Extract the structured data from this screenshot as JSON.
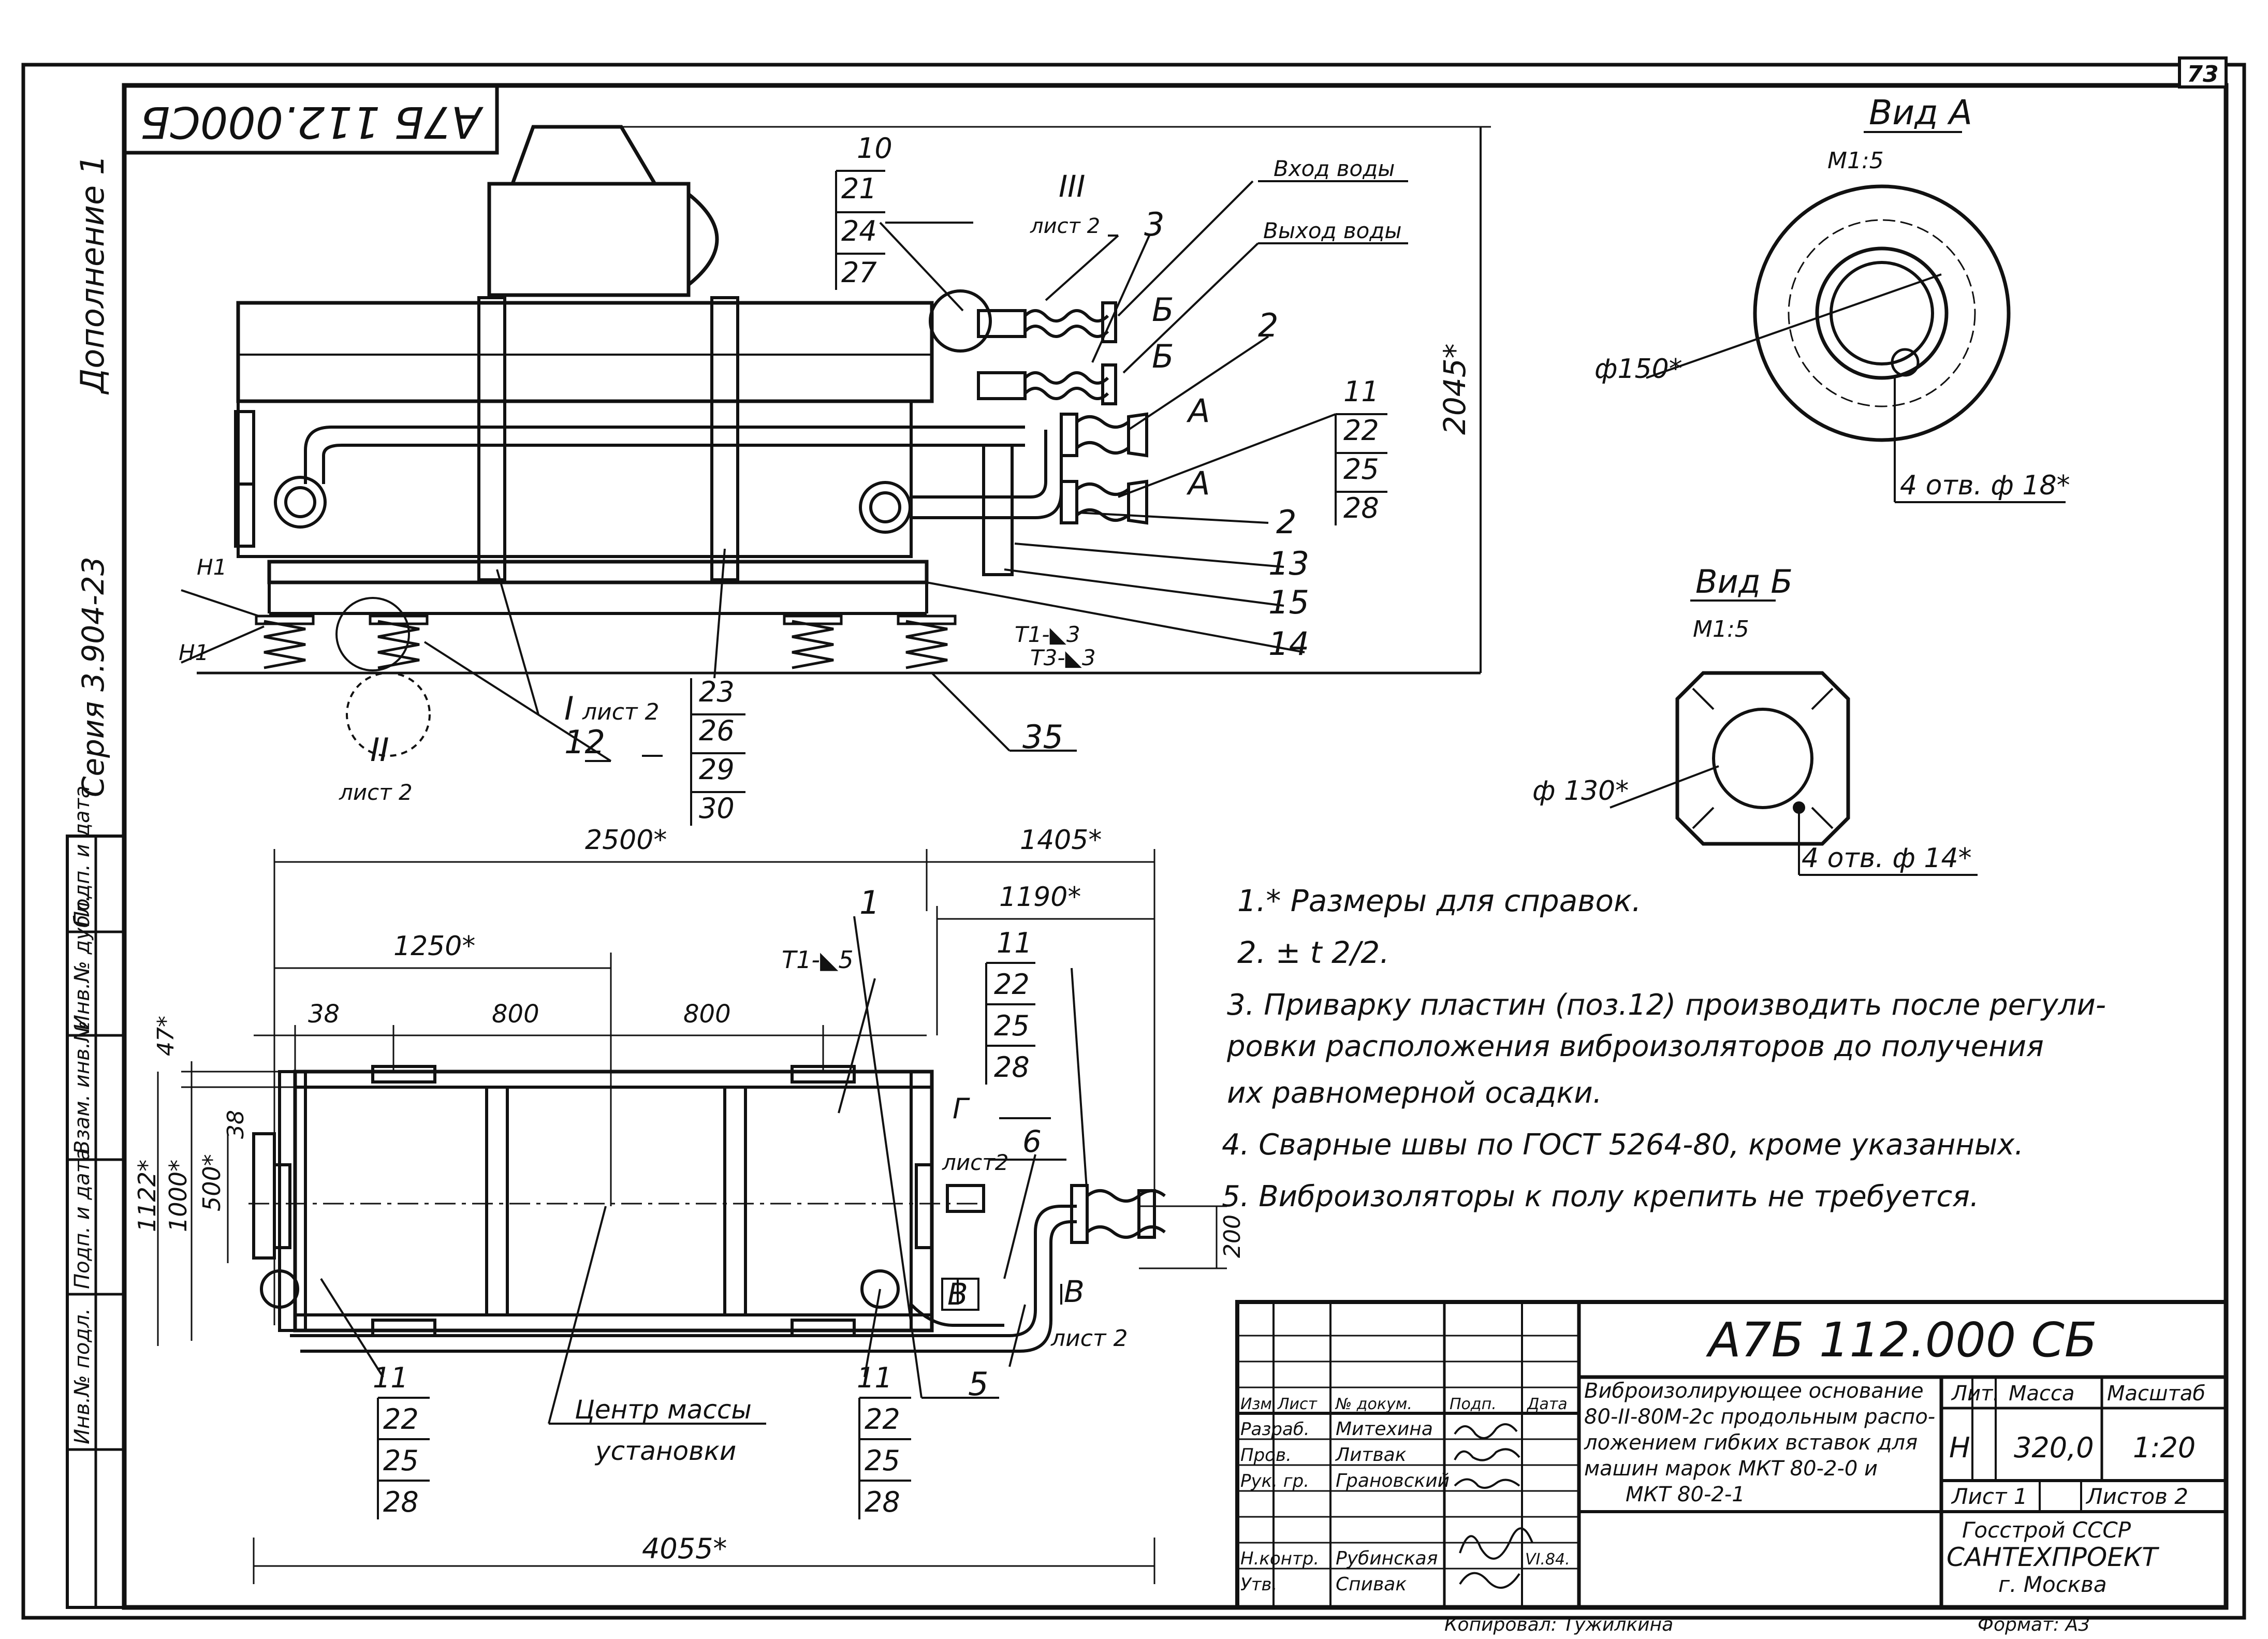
{
  "sheet_number": "73",
  "drawing_code_stamp": "А7Б 112.000СБ",
  "series_label": "Серия 3.904-23",
  "addendum_label": "Дополнение 1",
  "left_strip": {
    "fields": [
      "Подп. и дата",
      "Инв.№ дубл.",
      "Взам. инв.№",
      "Подп. и дата",
      "Инв.№ подл."
    ]
  },
  "top_view": {
    "callout_10": [
      "10",
      "21",
      "24",
      "27"
    ],
    "section_III": "III",
    "section_III_sheet": "лист 2",
    "item_3": "3",
    "water_in": "Вход воды",
    "water_out": "Выход воды",
    "view_b_1": "Б",
    "view_b_2": "Б",
    "item_2a": "2",
    "view_a_1": "А",
    "view_a_2": "А",
    "callout_11": [
      "11",
      "22",
      "25",
      "28"
    ],
    "item_2b": "2",
    "item_13": "13",
    "item_15": "15",
    "item_14": "14",
    "weld_t1": "Т1-◣3",
    "weld_t3": "Т3-◣3",
    "item_35": "35",
    "item_12": "12",
    "section_I": "I",
    "section_I_sheet": "лист 2",
    "section_II": "II",
    "section_II_sheet": "лист 2",
    "callout_23": [
      "23",
      "26",
      "29",
      "30"
    ],
    "h1_a": "Н1",
    "h1_b": "Н1",
    "dim_height": "2045*"
  },
  "view_a": {
    "title": "Вид А",
    "scale": "М1:5",
    "diameter": "ф150*",
    "holes": "4 отв. ф 18*"
  },
  "view_b": {
    "title": "Вид Б",
    "scale": "М1:5",
    "diameter": "ф 130*",
    "holes": "4 отв. ф 14*"
  },
  "plan_view": {
    "dim_2500": "2500*",
    "dim_1405": "1405*",
    "dim_1190": "1190*",
    "dim_1250": "1250*",
    "dim_38a": "38",
    "dim_800a": "800",
    "dim_800b": "800",
    "dim_47": "47*",
    "dim_38b": "38",
    "dim_500": "500*",
    "dim_1000": "1000*",
    "dim_1122": "1122*",
    "dim_200": "200",
    "dim_4055": "4055*",
    "weld_t1_5": "Т1-◣5",
    "item_1": "1",
    "item_6": "6",
    "item_5": "5",
    "section_G": "Г",
    "section_G_sheet": "лист2",
    "section_V": "В",
    "section_V2": "В",
    "section_V_sheet": "лист 2",
    "callout_11_right": [
      "11",
      "22",
      "25",
      "28"
    ],
    "callout_11_left": [
      "11",
      "22",
      "25",
      "28"
    ],
    "callout_11_mid": [
      "11",
      "22",
      "25",
      "28"
    ],
    "center_of_mass_1": "Центр массы",
    "center_of_mass_2": "установки"
  },
  "notes": [
    "1.* Размеры для справок.",
    "2. ± t 2/2.",
    "3. Приварку пластин (поз.12) производить после регули-",
    "ровки расположения виброизоляторов до получения",
    "их равномерной осадки.",
    "4. Сварные швы по ГОСТ 5264-80, кроме указанных.",
    "5. Виброизоляторы к полу крепить не требуется."
  ],
  "title_block": {
    "code": "А7Б 112.000 СБ",
    "description": [
      "Виброизолирующее основание",
      "80-II-80М-2с продольным распо-",
      "ложением гибких вставок для",
      "машин марок МКТ 80-2-0 и",
      "МКТ 80-2-1"
    ],
    "header": [
      "Изм",
      "Лист",
      "№ докум.",
      "Подп.",
      "Дата"
    ],
    "roles": [
      {
        "role": "Разраб.",
        "name": "Митехина"
      },
      {
        "role": "Пров.",
        "name": "Литвак"
      },
      {
        "role": "Рук. гр.",
        "name": "Грановский"
      },
      {
        "role": "",
        "name": ""
      },
      {
        "role": "Н.контр.",
        "name": "Рубинская"
      },
      {
        "role": "Утв.",
        "name": "Спивак"
      }
    ],
    "date_mark": "VI.84.",
    "lit_label": "Лит.",
    "mass_label": "Масса",
    "scale_label": "Масштаб",
    "lit_value": "Н",
    "mass_value": "320,0",
    "scale_value": "1:20",
    "sheet_label": "Лист 1",
    "sheets_label": "Листов 2",
    "org_1": "Госстрой СССР",
    "org_2": "САНТЕХПРОЕКТ",
    "org_3": "г. Москва",
    "copied_by": "Копировал: Тужилкина",
    "format": "Формат: А3"
  }
}
